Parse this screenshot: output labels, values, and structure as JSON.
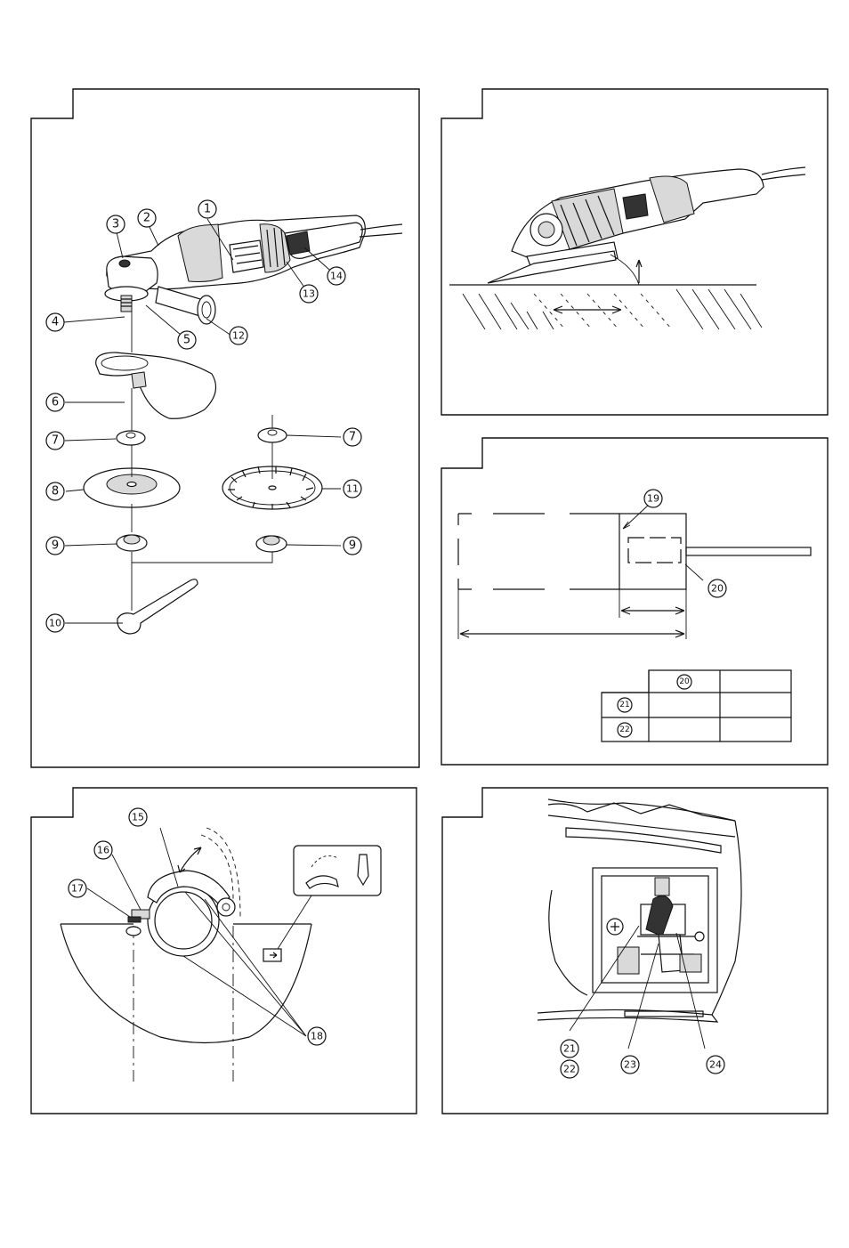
{
  "callouts": {
    "c1": "1",
    "c2": "2",
    "c3": "3",
    "c4": "4",
    "c5": "5",
    "c6": "6",
    "c7a": "7",
    "c7b": "7",
    "c8": "8",
    "c9a": "9",
    "c9b": "9",
    "c10": "10",
    "c11": "11",
    "c12": "12",
    "c13": "13",
    "c14": "14",
    "c15": "15",
    "c16": "16",
    "c17": "17",
    "c18": "18",
    "c19": "19",
    "c20": "20",
    "c21": "21",
    "c22": "22",
    "c23": "23",
    "c24": "24"
  },
  "table": {
    "header": "20",
    "rows": [
      "21",
      "22"
    ]
  }
}
